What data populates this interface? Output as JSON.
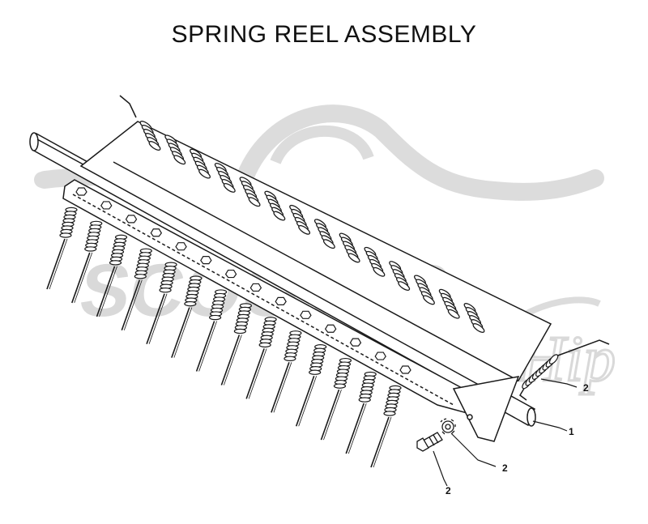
{
  "title": "SPRING REEL ASSEMBLY",
  "watermark": {
    "text": "SCOOTER",
    "script": "Hip",
    "color": "#d9d9d9"
  },
  "callouts": [
    {
      "id": "spring-callout",
      "label": "2"
    },
    {
      "id": "shaft-callout",
      "label": "1"
    },
    {
      "id": "washer-callout",
      "label": "2"
    },
    {
      "id": "bolt-callout",
      "label": "2"
    }
  ],
  "colors": {
    "line": "#1a1a1a",
    "background": "#ffffff"
  }
}
